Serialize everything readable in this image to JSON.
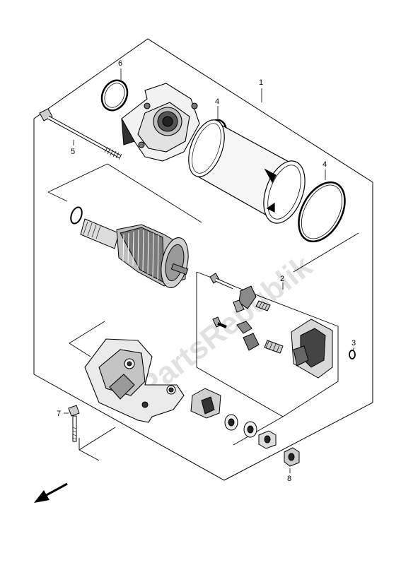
{
  "watermark": "PartsRepublik",
  "callouts": {
    "p1": "1",
    "p2": "2",
    "p3": "3",
    "p4a": "4",
    "p4b": "4",
    "p5": "5",
    "p6": "6",
    "p7": "7",
    "p8": "8"
  },
  "direction_arrow": "front-direction-arrow-icon"
}
